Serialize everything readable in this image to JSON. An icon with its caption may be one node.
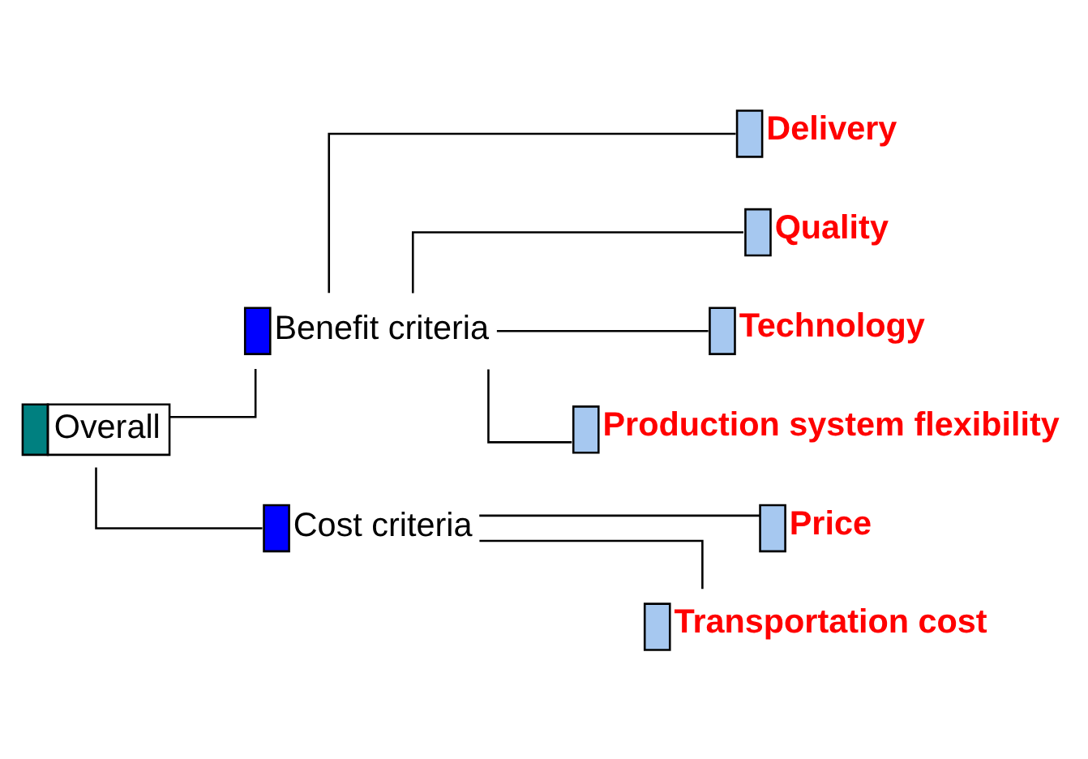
{
  "diagram": {
    "nodes": [
      {
        "text": [
          "Overall"
        ]
      },
      {
        "text": [
          "Benefit criteria"
        ]
      },
      {
        "text": [
          "Delivery"
        ]
      },
      {
        "text": [
          "Quality"
        ]
      },
      {
        "text": [
          "Technology"
        ]
      },
      {
        "text": [
          "Production system flexibility"
        ]
      },
      {
        "text": [
          "Cost criteria"
        ]
      },
      {
        "text": [
          "Price"
        ]
      },
      {
        "text": [
          "Transportation cost"
        ]
      }
    ],
    "edges": [
      {
        "from": 0,
        "to": 1,
        "arrow": "none"
      },
      {
        "from": 1,
        "to": 2,
        "arrow": "none"
      },
      {
        "from": 1,
        "to": 3,
        "arrow": "none"
      },
      {
        "from": 1,
        "to": 4,
        "arrow": "none"
      },
      {
        "from": 1,
        "to": 5,
        "arrow": "none"
      },
      {
        "from": 0,
        "to": 6,
        "arrow": "none"
      },
      {
        "from": 6,
        "to": 7,
        "arrow": "none"
      },
      {
        "from": 6,
        "to": 8,
        "arrow": "none"
      }
    ]
  }
}
